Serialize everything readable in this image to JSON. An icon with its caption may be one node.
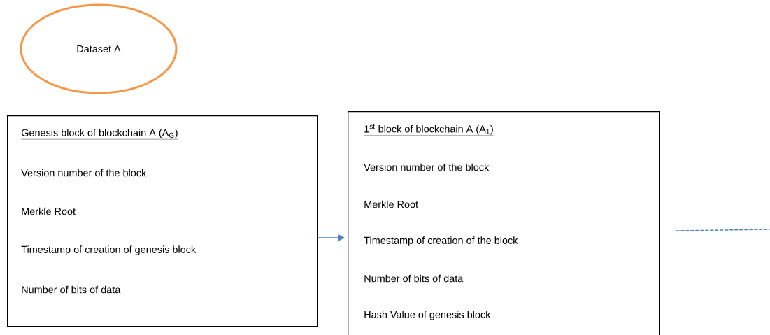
{
  "diagram": {
    "nodes": [
      {
        "text": [
          "Dataset A"
        ]
      },
      {
        "text": [
          "Genesis block of blockchain A (A$_{G}$)",
          "Version number of the block",
          "Merkle Root",
          "Timestamp of creation of genesis block",
          "Number of bits of data"
        ]
      },
      {
        "text": [
          "1$^{st}$ block of blockchain A (A$_{1}$)",
          "Version number of the block",
          "Merkle Root",
          "Timestamp of creation of the block",
          "Number of bits of data",
          "Hash Value of genesis block"
        ]
      }
    ],
    "edges": [
      {
        "from": 1,
        "to": 2,
        "arrow": "to"
      },
      {
        "from": 2,
        "to": null,
        "arrow": "none",
        "style": "dashed"
      }
    ]
  }
}
